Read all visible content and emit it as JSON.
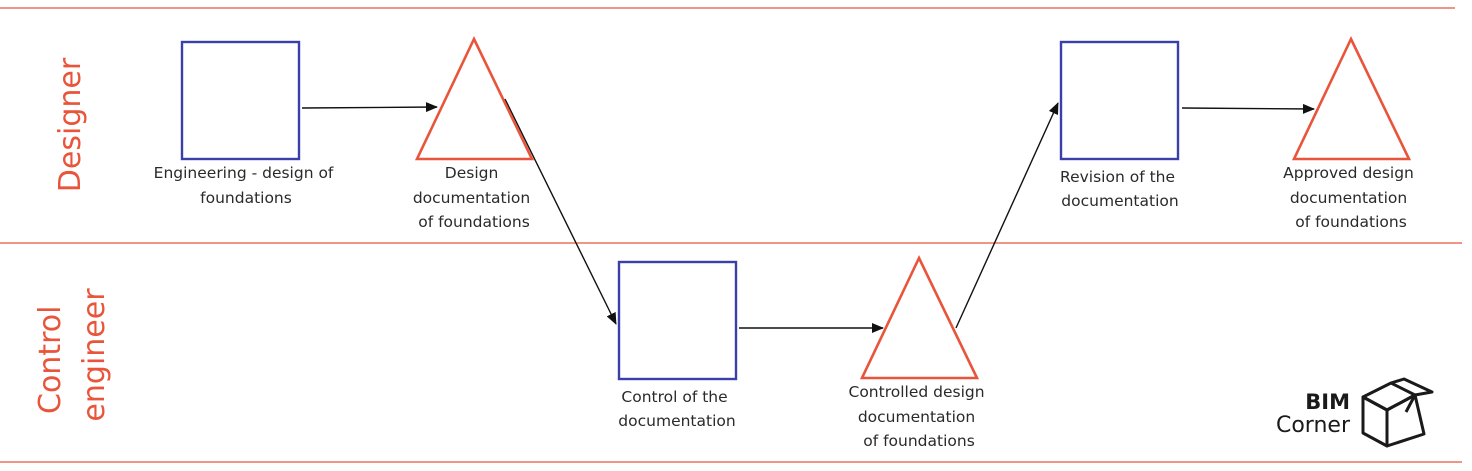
{
  "colors": {
    "lane_line": "#e8553a",
    "lane_label": "#e8553a",
    "activity_stroke": "#3b3fa8",
    "artifact_stroke": "#e8553a",
    "arrow": "#111111",
    "text": "#2a2a2a"
  },
  "lanes": [
    {
      "id": "designer",
      "label_lines": [
        "Designer"
      ]
    },
    {
      "id": "control",
      "label_lines": [
        "Control",
        "engineer"
      ]
    }
  ],
  "nodes": [
    {
      "id": "engineering",
      "shape": "square",
      "lane": "designer",
      "label_lines": [
        "Engineering - design of",
        "foundations"
      ]
    },
    {
      "id": "design-doc",
      "shape": "triangle",
      "lane": "designer",
      "label_lines": [
        "Design",
        "documentation",
        "of foundations"
      ]
    },
    {
      "id": "control-doc",
      "shape": "square",
      "lane": "control",
      "label_lines": [
        "Control of the",
        "documentation"
      ]
    },
    {
      "id": "controlled-doc",
      "shape": "triangle",
      "lane": "control",
      "label_lines": [
        "Controlled design",
        "documentation",
        "of foundations"
      ]
    },
    {
      "id": "revision",
      "shape": "square",
      "lane": "designer",
      "label_lines": [
        "Revision of the",
        "documentation"
      ]
    },
    {
      "id": "approved-doc",
      "shape": "triangle",
      "lane": "designer",
      "label_lines": [
        "Approved design",
        "documentation",
        "of foundations"
      ]
    }
  ],
  "edges": [
    {
      "from": "engineering",
      "to": "design-doc"
    },
    {
      "from": "design-doc",
      "to": "control-doc"
    },
    {
      "from": "control-doc",
      "to": "controlled-doc"
    },
    {
      "from": "controlled-doc",
      "to": "revision"
    },
    {
      "from": "revision",
      "to": "approved-doc"
    }
  ],
  "logo": {
    "line1": "BIM",
    "line2": "Corner",
    "icon": "box-icon"
  }
}
